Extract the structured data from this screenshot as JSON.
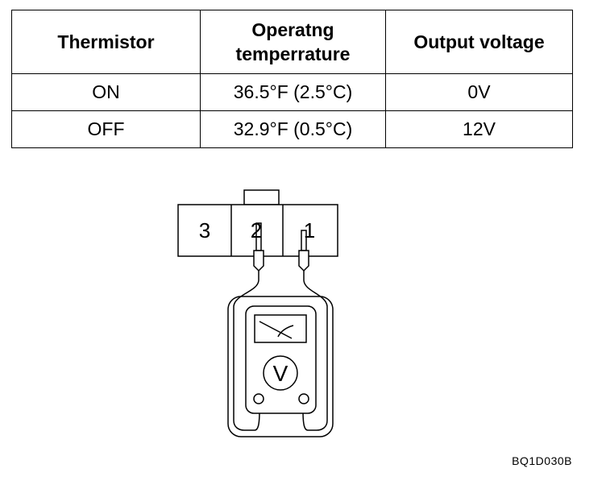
{
  "table": {
    "headers": {
      "thermistor": "Thermistor",
      "temperature_line1": "Operatng",
      "temperature_line2": "temperrature",
      "output_voltage": "Output voltage"
    },
    "rows": [
      {
        "thermistor": "ON",
        "temperature": "36.5°F (2.5°C)",
        "voltage": "0V"
      },
      {
        "thermistor": "OFF",
        "temperature": "32.9°F (0.5°C)",
        "voltage": "12V"
      }
    ]
  },
  "connector": {
    "pins": [
      "3",
      "2",
      "1"
    ]
  },
  "voltmeter": {
    "symbol": "V"
  },
  "figure_code": "BQ1D030B"
}
